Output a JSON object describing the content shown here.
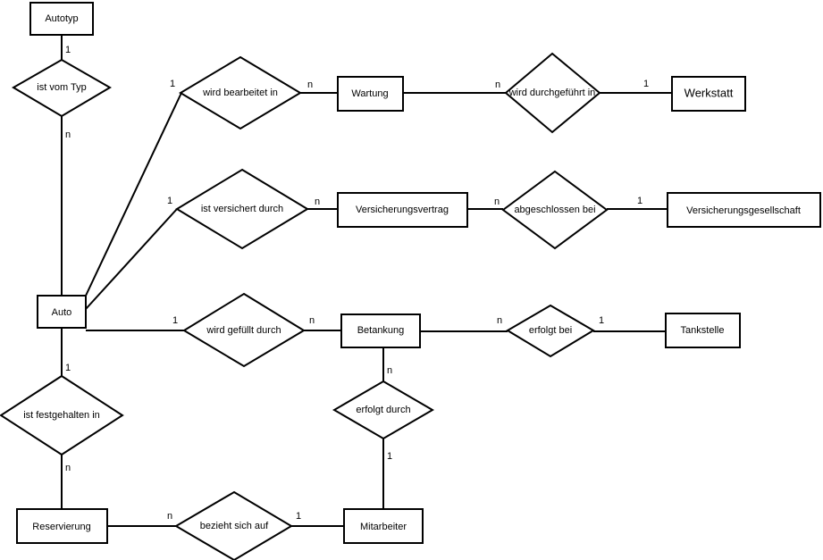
{
  "entities": {
    "autotyp": "Autotyp",
    "auto": "Auto",
    "wartung": "Wartung",
    "werkstatt": "Werkstatt",
    "versicherungsvertrag": "Versicherungsvertrag",
    "versicherungsgesellschaft": "Versicherungsgesellschaft",
    "betankung": "Betankung",
    "tankstelle": "Tankstelle",
    "reservierung": "Reservierung",
    "mitarbeiter": "Mitarbeiter"
  },
  "relationships": {
    "ist_vom_typ": "ist vom Typ",
    "wird_bearbeitet_in": "wird bearbeitet in",
    "wird_durchgefuehrt_in": "wird durchgeführt in",
    "ist_versichert_durch": "ist versichert durch",
    "abgeschlossen_bei": "abgeschlossen bei",
    "wird_gefuellt_durch": "wird gefüllt durch",
    "erfolgt_bei": "erfolgt bei",
    "erfolgt_durch": "erfolgt durch",
    "ist_festgehalten_in": "ist festgehalten in",
    "bezieht_sich_auf": "bezieht sich auf"
  },
  "cardinalities": {
    "autotyp_typ": "1",
    "auto_typ": "n",
    "auto_bearbeitet": "1",
    "wartung_bearbeitet": "n",
    "wartung_durchgefuehrt": "n",
    "werkstatt_durchgefuehrt": "1",
    "auto_versichert": "1",
    "vertrag_versichert": "n",
    "vertrag_abgeschlossen": "n",
    "gesellschaft_abgeschlossen": "1",
    "auto_gefuellt": "1",
    "betankung_gefuellt": "n",
    "betankung_bei": "n",
    "tankstelle_bei": "1",
    "betankung_durch": "n",
    "mitarbeiter_durch": "1",
    "auto_festgehalten": "1",
    "reservierung_festgehalten": "n",
    "reservierung_bezieht": "n",
    "mitarbeiter_bezieht": "1"
  }
}
